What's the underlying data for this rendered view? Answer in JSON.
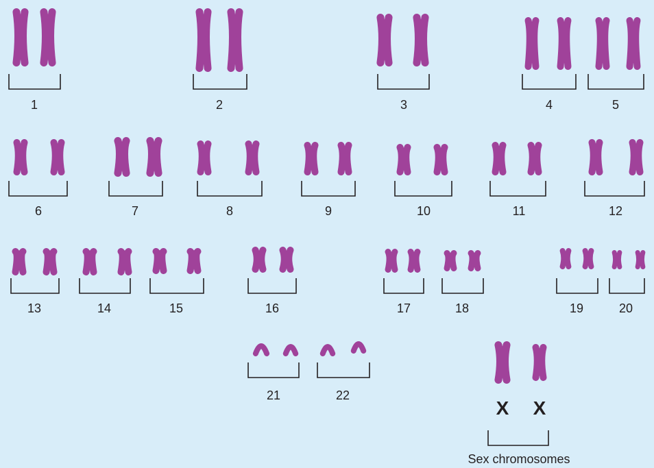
{
  "colors": {
    "background": "#d8edf9",
    "chromosome": "#a0429a",
    "bracket": "#231f20",
    "text": "#231f20"
  },
  "pairs": [
    {
      "label": "1"
    },
    {
      "label": "2"
    },
    {
      "label": "3"
    },
    {
      "label": "4"
    },
    {
      "label": "5"
    },
    {
      "label": "6"
    },
    {
      "label": "7"
    },
    {
      "label": "8"
    },
    {
      "label": "9"
    },
    {
      "label": "10"
    },
    {
      "label": "11"
    },
    {
      "label": "12"
    },
    {
      "label": "13"
    },
    {
      "label": "14"
    },
    {
      "label": "15"
    },
    {
      "label": "16"
    },
    {
      "label": "17"
    },
    {
      "label": "18"
    },
    {
      "label": "19"
    },
    {
      "label": "20"
    },
    {
      "label": "21"
    },
    {
      "label": "22"
    }
  ],
  "sex_chromosomes": {
    "label": "Sex chromosomes",
    "letters": [
      "X",
      "X"
    ]
  }
}
